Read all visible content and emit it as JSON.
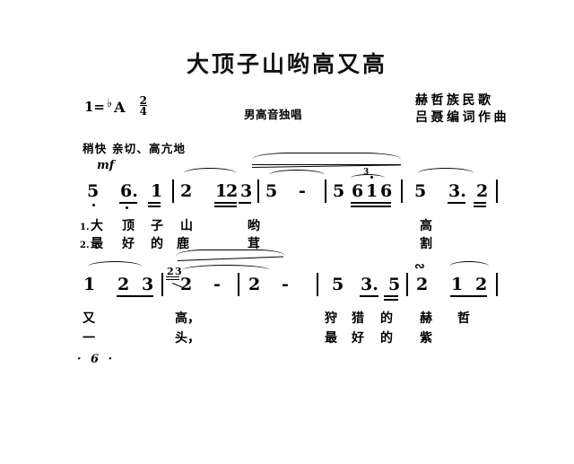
{
  "document": {
    "title": "大顶子山哟高又高",
    "voice_note": "男高音独唱",
    "credit_line_1": "赫哲族民歌",
    "credit_line_2": "吕聂编词作曲",
    "key_prefix": "1=",
    "key_accidental": "♭",
    "key_letter": "A",
    "meter_numerator": "2",
    "meter_denominator": "4",
    "tempo_marking": "稍快  亲切、高亢地",
    "dynamic_marking": "mf",
    "page_footer": "· 6 ·",
    "ink_color": "#000000",
    "paper_color": "#ffffff"
  },
  "score": {
    "notation": "jianpu",
    "systems": [
      {
        "id": "system-1",
        "measures": [
          {
            "id": "m-pickup",
            "notes": [
              "5",
              "6.",
              "1"
            ],
            "octaves": [
              "low",
              "low",
              "mid"
            ],
            "durations": [
              "quarter",
              "eighth-dotted",
              "sixteenth"
            ]
          },
          {
            "id": "m-1",
            "notes": [
              "2",
              "1",
              "2",
              "3"
            ],
            "octaves": [
              "mid",
              "mid",
              "mid",
              "mid"
            ],
            "durations": [
              "quarter",
              "sixteenth",
              "sixteenth",
              "eighth"
            ]
          },
          {
            "id": "m-2",
            "notes": [
              "5",
              "-"
            ],
            "octaves": [
              "mid",
              ""
            ],
            "durations": [
              "half",
              "sustain"
            ]
          },
          {
            "id": "m-3",
            "notes": [
              "5",
              "6",
              "1",
              "6"
            ],
            "octaves": [
              "mid",
              "mid",
              "high",
              "mid"
            ],
            "durations": [
              "quarter",
              "triplet",
              "triplet",
              "triplet"
            ],
            "tuplet": "3"
          },
          {
            "id": "m-4",
            "notes": [
              "5",
              "3.",
              "2"
            ],
            "octaves": [
              "mid",
              "mid",
              "mid"
            ],
            "durations": [
              "quarter",
              "eighth-dotted",
              "sixteenth"
            ]
          }
        ]
      },
      {
        "id": "system-2",
        "measures": [
          {
            "id": "m-5",
            "notes": [
              "1",
              "2",
              "3"
            ],
            "octaves": [
              "mid",
              "mid",
              "mid"
            ],
            "durations": [
              "quarter",
              "eighth",
              "eighth"
            ]
          },
          {
            "id": "m-6",
            "grace_notes": [
              "2",
              "3"
            ],
            "notes": [
              "2",
              "-"
            ],
            "octaves": [
              "mid",
              ""
            ],
            "durations": [
              "half",
              "sustain"
            ]
          },
          {
            "id": "m-7",
            "notes": [
              "2",
              "-"
            ],
            "octaves": [
              "mid",
              ""
            ],
            "durations": [
              "half",
              "sustain"
            ]
          },
          {
            "id": "m-8",
            "notes": [
              "5",
              "3.",
              "5"
            ],
            "octaves": [
              "mid",
              "mid",
              "mid"
            ],
            "durations": [
              "quarter",
              "eighth-dotted",
              "sixteenth"
            ]
          },
          {
            "id": "m-9",
            "notes": [
              "2",
              "1",
              "2"
            ],
            "octaves": [
              "mid",
              "mid",
              "mid"
            ],
            "durations": [
              "quarter",
              "eighth",
              "eighth"
            ],
            "ornament": "mordent"
          }
        ]
      }
    ]
  },
  "lyrics": {
    "verse_labels": [
      "1.",
      "2."
    ],
    "system_1": {
      "verse_1": [
        "大",
        "顶",
        "子",
        "山",
        "哟",
        "高"
      ],
      "verse_2": [
        "最",
        "好",
        "的",
        "鹿",
        "茸",
        "割"
      ]
    },
    "system_2": {
      "verse_1": [
        "又",
        "高，",
        "狩",
        "猎",
        "的",
        "赫",
        "哲"
      ],
      "verse_2": [
        "一",
        "头，",
        "最",
        "好",
        "的",
        "紫"
      ]
    }
  }
}
